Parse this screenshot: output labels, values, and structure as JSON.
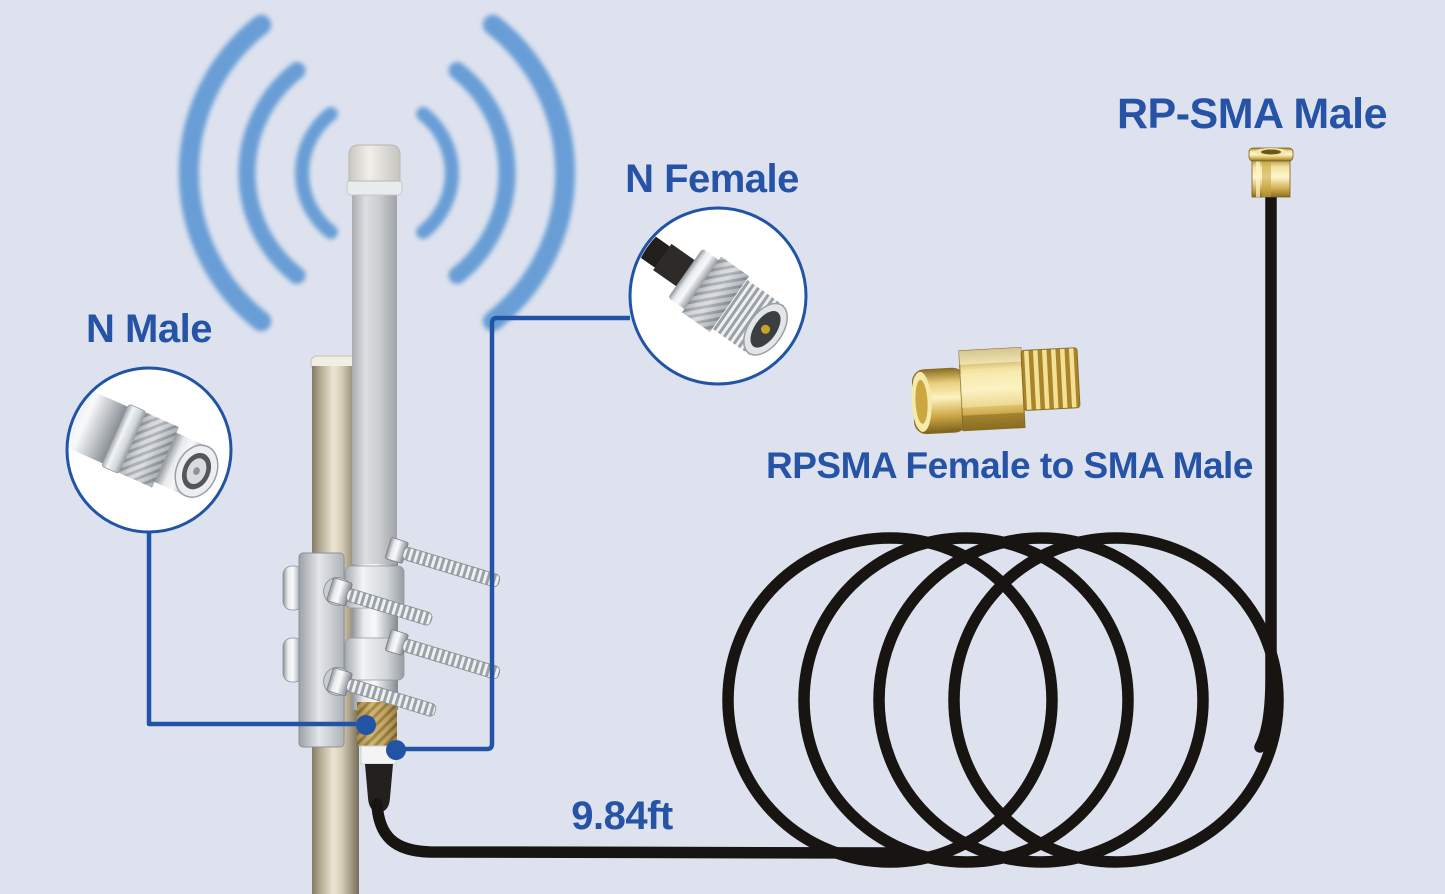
{
  "page": {
    "background": "#dde2ee"
  },
  "palette": {
    "label_blue": "#2653a6",
    "callout_blue": "#2254a6",
    "cable_black": "#181412",
    "gold": "#d9b54a",
    "silver": "#c9ced2",
    "brass": "#c2a662",
    "wave_blue": "#4f8fd0",
    "inset_background": "#ffffff"
  },
  "labels": {
    "n_male": "N Male",
    "n_female": "N Female",
    "rp_sma_male": "RP-SMA Male",
    "adapter": "RPSMA Female to SMA Male",
    "cable_length": "9.84ft"
  }
}
